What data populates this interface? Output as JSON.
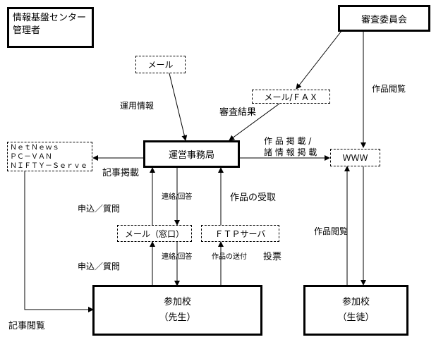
{
  "nodes": {
    "center_admin": {
      "line1": "情報基盤センター",
      "line2": "管理者"
    },
    "committee": "審査委員会",
    "mail": "メール",
    "mail_fax": "メール/ＦＡＸ",
    "netnews": {
      "line1": "ＮｅｔＮｅｗｓ",
      "line2": "ＰＣ－ＶＡＮ",
      "line3": "ＮＩＦＴＹ－Ｓｅｒｖｅ"
    },
    "office": "運営事務局",
    "www": "ＷＷＷ",
    "mail_window": "メール（窓口）",
    "ftp": "ＦＴＰサーバ",
    "school_teacher": {
      "line1": "参加校",
      "line2": "（先生）"
    },
    "school_student": {
      "line1": "参加校",
      "line2": "（生徒）"
    }
  },
  "edges": {
    "operation_info": "運用情報",
    "review_result": "審査結果",
    "work_view_top": "作品閲覧",
    "work_post": {
      "line1": "作 品 掲 載 /",
      "line2": "諸 情 報 掲 載"
    },
    "article_post": "記事掲載",
    "contact_reply_top": "連絡/回答",
    "work_receive": "作品の受取",
    "apply_question_top": "申込／質問",
    "work_view_bottom": "作品閲覧",
    "contact_reply_bottom": "連絡/回答",
    "work_send": "作品の送付",
    "vote": "投票",
    "apply_question_bottom": "申込／質問",
    "article_view": "記事閲覧"
  }
}
